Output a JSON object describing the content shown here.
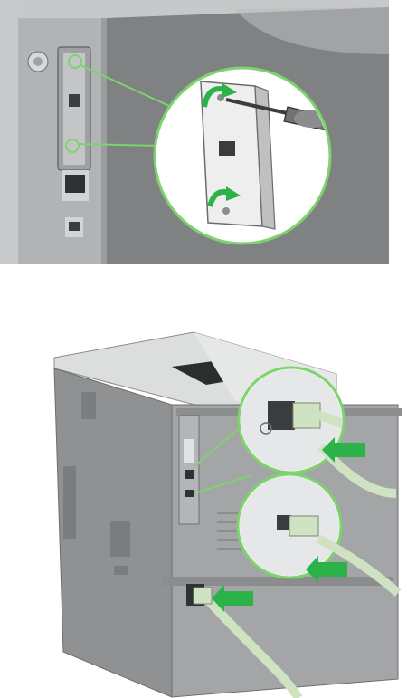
{
  "figure": {
    "steps": [
      {
        "step": "remove-formatter-card",
        "callouts": [
          "upper-screw-arrow",
          "lower-screw-arrow"
        ]
      },
      {
        "step": "connect-cables",
        "callouts": [
          "network-cable-arrow",
          "usb-cable-arrow",
          "power-cord-arrow"
        ]
      }
    ],
    "colors": {
      "printer_gray": "#a3a5a7",
      "printer_dark": "#8c8e90",
      "printer_light": "#d6d7d8",
      "callout_green": "#7ed36d",
      "arrow_green": "#2bb34a",
      "cable_color": "#cfe3c3"
    }
  }
}
